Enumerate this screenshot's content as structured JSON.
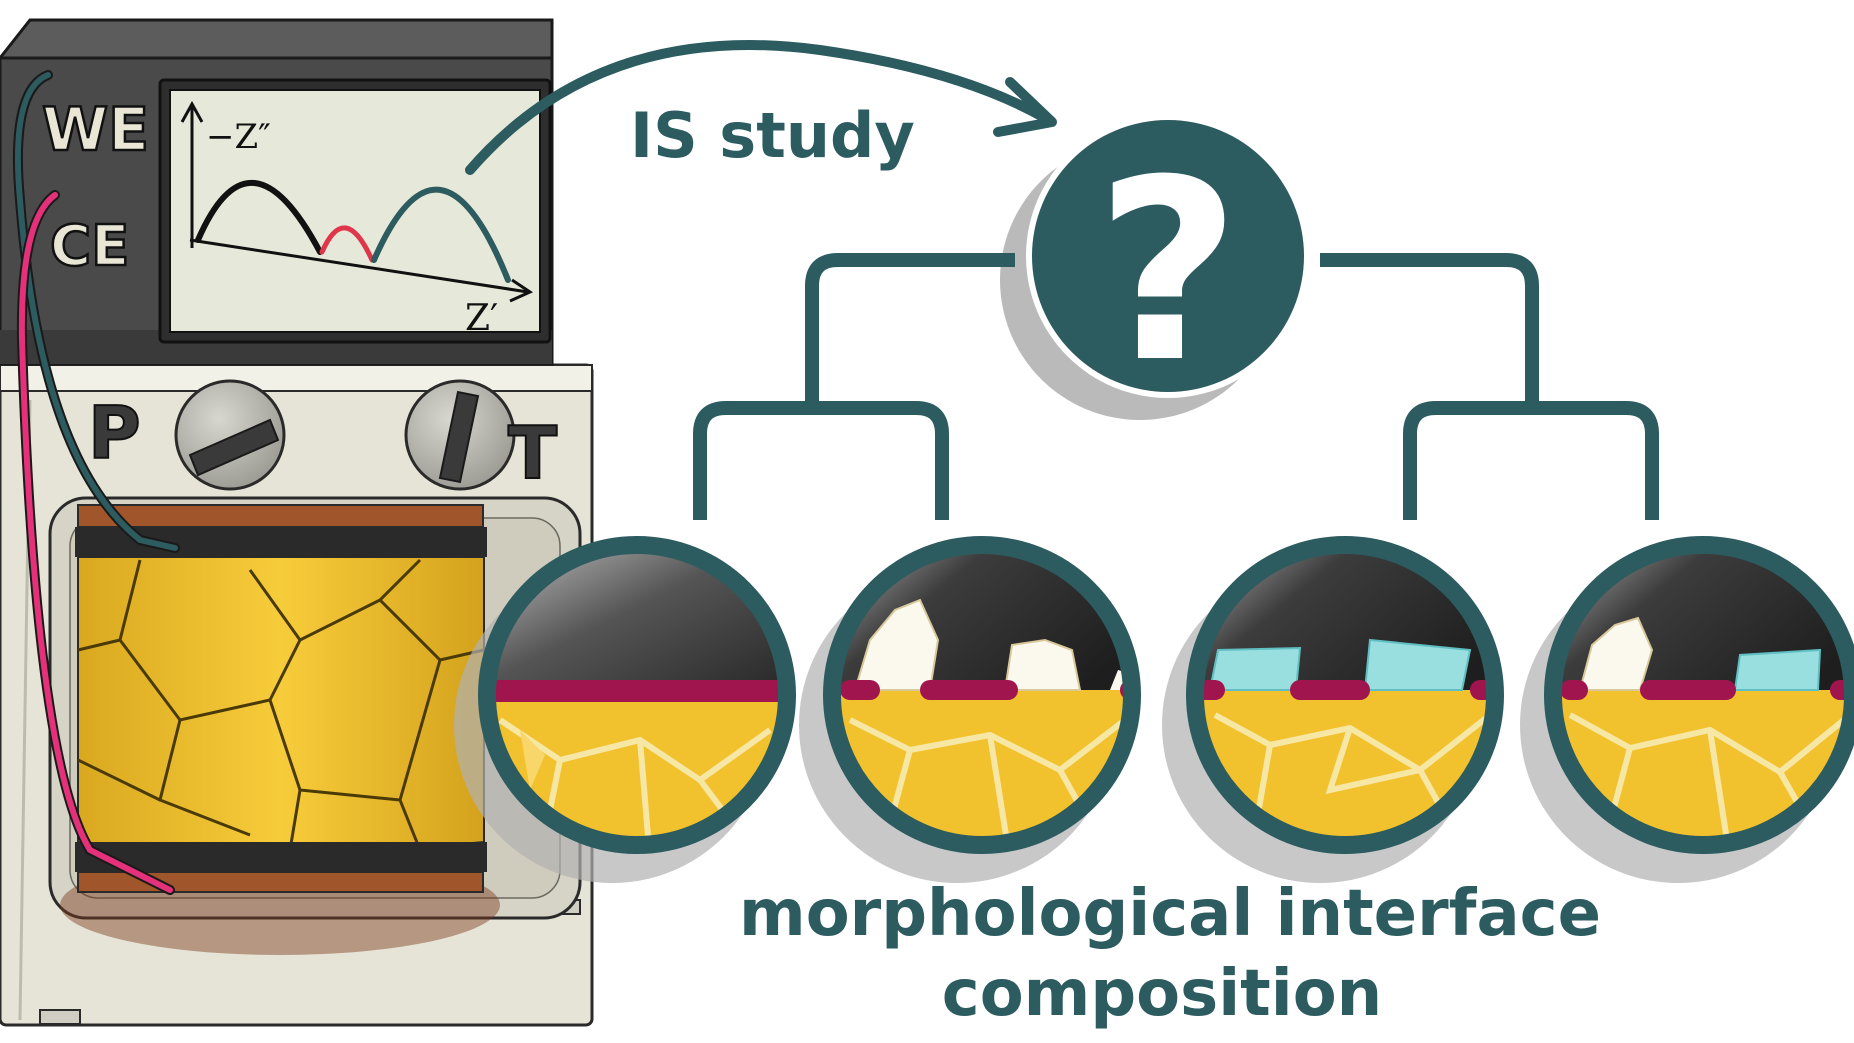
{
  "device": {
    "label_we": "WE",
    "label_ce": "CE",
    "label_p": "P",
    "label_t": "T",
    "axis_y": "−Z″",
    "axis_x": "Z′"
  },
  "arrow_label": "IS study",
  "question_mark": "?",
  "caption_line1": "morphological interface",
  "caption_line2": "composition",
  "colors": {
    "teal": "#2c5b60",
    "magenta": "#a0154e",
    "gold": "#f2c12e",
    "cable_pink": "#e4317a",
    "screen_bg": "#e6e9d9",
    "housing_dark": "#474747",
    "housing_light": "#e6e4d6"
  }
}
